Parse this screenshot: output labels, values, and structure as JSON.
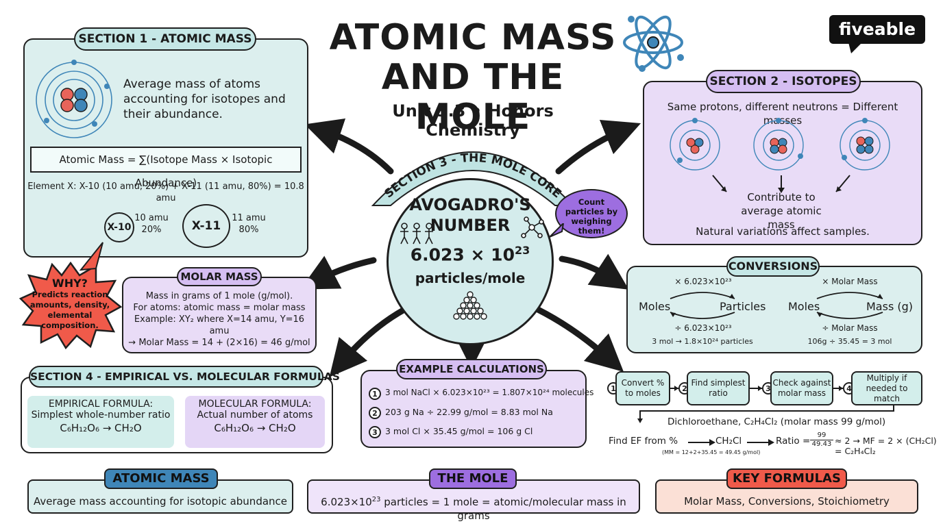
{
  "header": {
    "title_line1": "ATOMIC MASS",
    "title_line2": "AND THE MOLE",
    "subtitle": "Unit 3.3 • Honors Chemistry",
    "brand": "fiveable"
  },
  "section1": {
    "pill": "SECTION 1 - ATOMIC MASS",
    "desc": "Average mass of atoms accounting for isotopes and their abundance.",
    "formula": "Atomic Mass = ∑(Isotope Mass × Isotopic Abundance)",
    "example": "Element X: X-10 (10 amu, 20%) + X-11 (11 amu, 80%) = 10.8 amu",
    "iso_a": {
      "label": "X-10",
      "mass": "10 amu",
      "pct": "20%"
    },
    "iso_b": {
      "label": "X-11",
      "mass": "11 amu",
      "pct": "80%"
    }
  },
  "section2": {
    "pill": "SECTION 2 - ISOTOPES",
    "headline": "Same protons, different neutrons = Different masses",
    "contrib": "Contribute to average atomic mass",
    "note": "Natural variations affect samples."
  },
  "section3": {
    "pill": "SECTION 3 - THE MOLE CORE",
    "name_line1": "AVOGADRO'S",
    "name_line2": "NUMBER",
    "value": "6.023 × 10",
    "exp": "23",
    "unit": "particles/mole",
    "bubble": "Count particles by weighing them!"
  },
  "why": {
    "title": "WHY?",
    "text": "Predicts reaction amounts, density, elemental composition."
  },
  "molar_mass": {
    "pill": "MOLAR MASS",
    "line1": "Mass in grams of 1 mole (g/mol).",
    "line2": "For atoms: atomic mass = molar mass",
    "line3": "Example: XY₂ where X=14 amu, Y=16 amu",
    "line4": "→ Molar Mass = 14 + (2×16) = 46 g/mol"
  },
  "conversions": {
    "pill": "CONVERSIONS",
    "left": {
      "top": "× 6.023×10²³",
      "from": "Moles",
      "to": "Particles",
      "bottom": "÷ 6.023×10²³",
      "example": "3 mol → 1.8×10²⁴ particles"
    },
    "right": {
      "top": "× Molar Mass",
      "from": "Moles",
      "to": "Mass (g)",
      "bottom": "÷ Molar Mass",
      "example": "106g ÷ 35.45 = 3 mol"
    }
  },
  "section4": {
    "pill": "SECTION 4 - EMPIRICAL VS. MOLECULAR FORMULAS",
    "emp_title": "EMPIRICAL FORMULA:",
    "emp_desc": "Simplest whole-number ratio",
    "emp_eq": "C₆H₁₂O₆ → CH₂O",
    "mol_title": "MOLECULAR FORMULA:",
    "mol_desc": "Actual number of atoms",
    "mol_eq": "C₆H₁₂O₆ → CH₂O"
  },
  "examples": {
    "pill": "EXAMPLE CALCULATIONS",
    "items": [
      {
        "n": "1",
        "text": "3 mol NaCl × 6.023×10²³ = 1.807×10²⁴ molecules"
      },
      {
        "n": "2",
        "text": "203 g Na ÷ 22.99 g/mol = 8.83 mol Na"
      },
      {
        "n": "3",
        "text": "3 mol Cl × 35.45 g/mol = 106 g Cl"
      }
    ]
  },
  "steps": {
    "items": [
      {
        "n": "1",
        "text": "Convert % to moles"
      },
      {
        "n": "2",
        "text": "Find simplest ratio"
      },
      {
        "n": "3",
        "text": "Check against molar mass"
      },
      {
        "n": "4",
        "text": "Multiply if needed to match"
      }
    ],
    "compound": "Dichloroethane, C₂H₄Cl₂ (molar mass 99 g/mol)",
    "find_ef": "Find EF from %",
    "ef": "CH₂Cl",
    "ratio_lbl": "Ratio =",
    "num": "99",
    "den": "49.43",
    "approx": "≈ 2 → MF = 2 × (CH₂Cl) = C₂H₄Cl₂",
    "mm_note": "(MM = 12+2+35.45 = 49.45 g/mol)"
  },
  "footer": {
    "atomic_pill": "ATOMIC MASS",
    "atomic_text": "Average mass accounting for isotopic abundance",
    "mole_pill": "THE MOLE",
    "mole_text_a": "6.023×10",
    "mole_exp": "23",
    "mole_text_b": " particles = 1 mole = atomic/molecular mass in grams",
    "key_pill": "KEY FORMULAS",
    "key_text": "Molar Mass, Conversions, Stoichiometry"
  },
  "colors": {
    "teal": "#dcefee",
    "lavender": "#e9dcf7",
    "peach": "#fbe0d6",
    "red": "#f05a4a",
    "purple_bubble": "#9d6ee0",
    "proton": "#e8645a",
    "neutron": "#3f86b8"
  }
}
